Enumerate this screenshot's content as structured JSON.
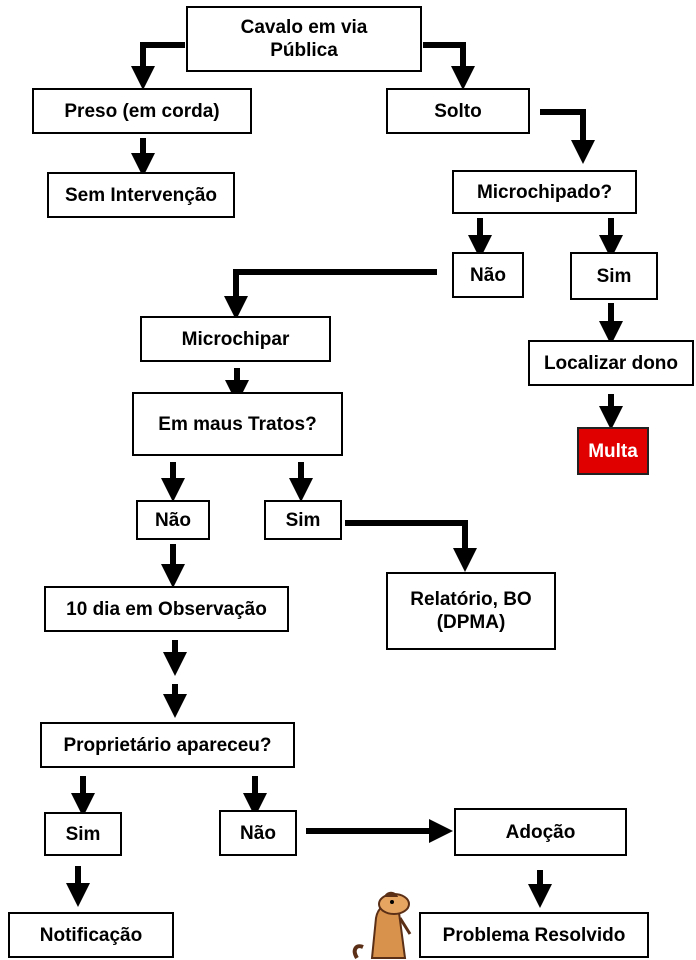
{
  "nodes": {
    "root": "Cavalo em via\nPública",
    "preso": "Preso (em corda)",
    "solto": "Solto",
    "sem_intervencao": "Sem Intervenção",
    "microchipado": "Microchipado?",
    "nao_chip": "Não",
    "sim_chip": "Sim",
    "microchipar": "Microchipar",
    "localizar_dono": "Localizar dono",
    "multa": "Multa",
    "maus_tratos": "Em maus Tratos?",
    "nao_maus": "Não",
    "sim_maus": "Sim",
    "relatorio": "Relatório, BO\n(DPMA)",
    "observacao": "10 dia em Observação",
    "proprietario": "Proprietário apareceu?",
    "sim_prop": "Sim",
    "nao_prop": "Não",
    "adocao": "Adoção",
    "notificacao": "Notificação",
    "problema_resolvido": "Problema Resolvido"
  },
  "colors": {
    "multa_fill": "#e00000",
    "arrow": "#000000"
  },
  "icons": {
    "mascot": "cartoon-horse-icon"
  }
}
